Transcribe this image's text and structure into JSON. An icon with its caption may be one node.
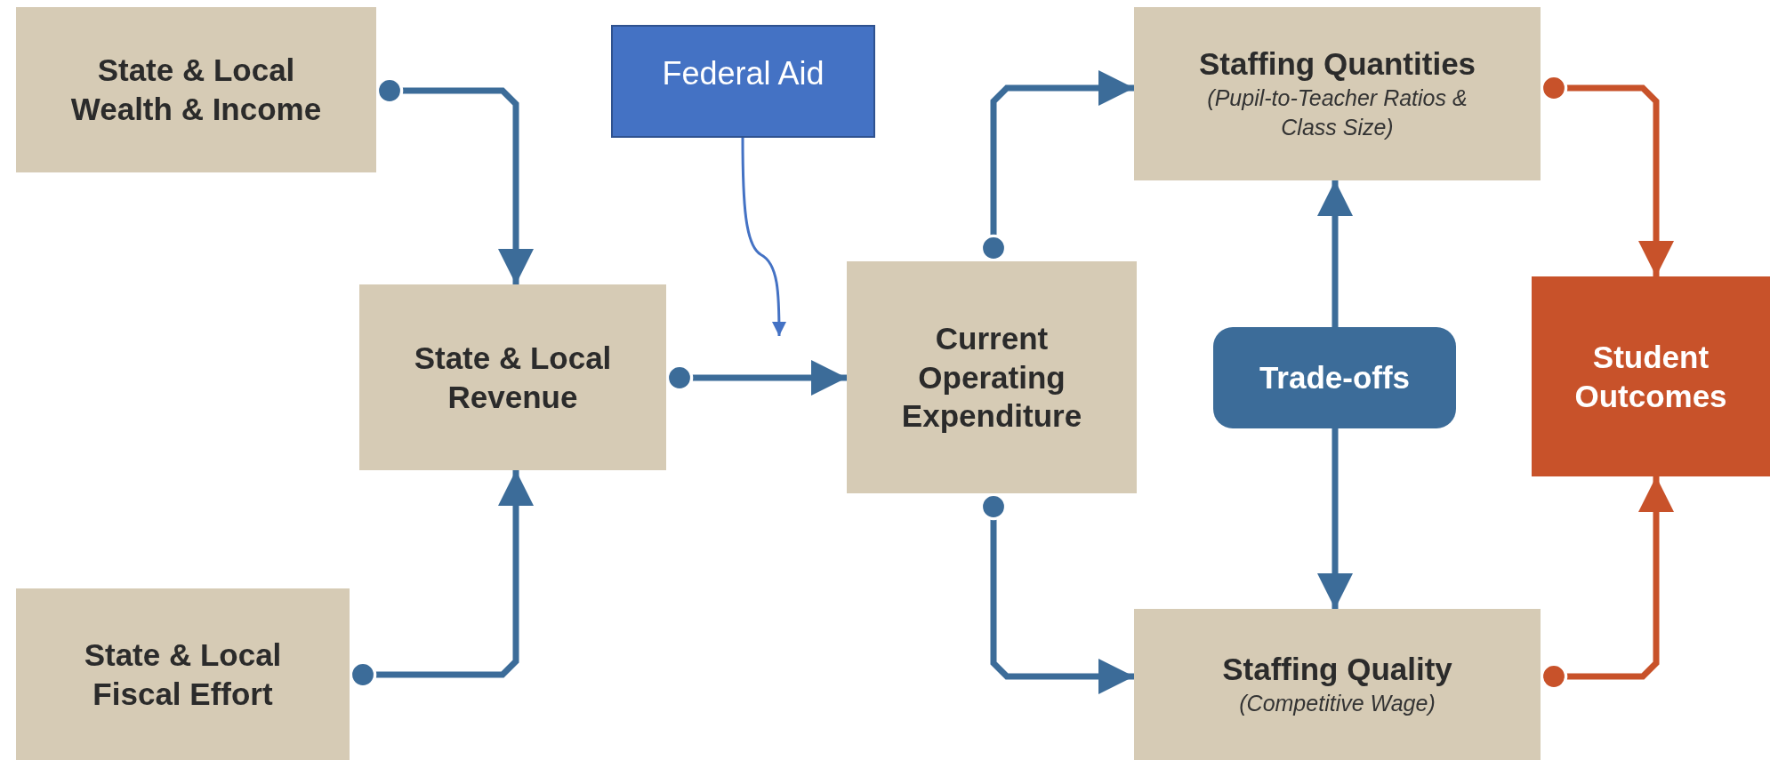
{
  "diagram": {
    "nodes": [
      {
        "text": [
          "State & Local Wealth & Income"
        ]
      },
      {
        "text": [
          "Federal Aid"
        ]
      },
      {
        "text": [
          "State & Local Revenue"
        ]
      },
      {
        "text": [
          "Current Operating Expenditure"
        ]
      },
      {
        "text": [
          "Staffing Quantities",
          "(Pupil-to-Teacher Ratios & Class Size)"
        ]
      },
      {
        "text": [
          "Trade-offs"
        ]
      },
      {
        "text": [
          "Student Outcomes"
        ]
      },
      {
        "text": [
          "State & Local Fiscal Effort"
        ]
      },
      {
        "text": [
          "Staffing Quality",
          "(Competitive Wage)"
        ]
      }
    ],
    "edges": [
      {
        "from": 0,
        "to": 2,
        "arrow": "to"
      },
      {
        "from": 7,
        "to": 2,
        "arrow": "to"
      },
      {
        "from": 2,
        "to": 3,
        "arrow": "to"
      },
      {
        "from": 1,
        "to": null,
        "arrow": "to",
        "color": "#4472c4"
      },
      {
        "from": 3,
        "to": 4,
        "arrow": "to"
      },
      {
        "from": 3,
        "to": 8,
        "arrow": "to"
      },
      {
        "from": 5,
        "to": 4,
        "arrow": "to"
      },
      {
        "from": 5,
        "to": 8,
        "arrow": "to"
      },
      {
        "from": 4,
        "to": 6,
        "arrow": "to",
        "color": "#c8522a"
      },
      {
        "from": 8,
        "to": 6,
        "arrow": "to",
        "color": "#c8522a"
      }
    ]
  }
}
